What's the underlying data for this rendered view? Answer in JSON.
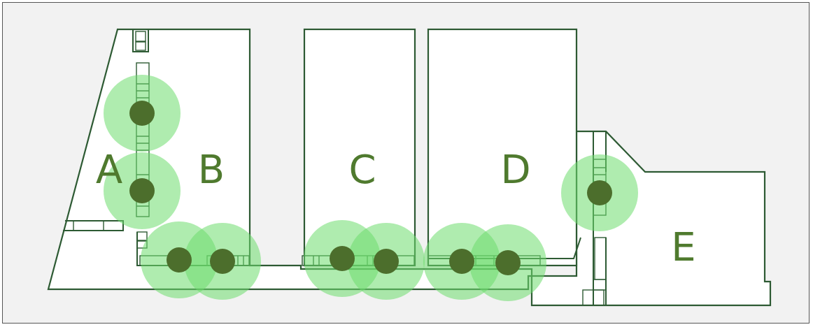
{
  "zones": [
    {
      "id": "A",
      "label": "A"
    },
    {
      "id": "B",
      "label": "B"
    },
    {
      "id": "C",
      "label": "C"
    },
    {
      "id": "D",
      "label": "D"
    },
    {
      "id": "E",
      "label": "E"
    }
  ],
  "access_points": [
    {
      "id": "ap-1",
      "zone": "A/B"
    },
    {
      "id": "ap-2",
      "zone": "A/B"
    },
    {
      "id": "ap-3",
      "zone": "B"
    },
    {
      "id": "ap-4",
      "zone": "B"
    },
    {
      "id": "ap-5",
      "zone": "C"
    },
    {
      "id": "ap-6",
      "zone": "C"
    },
    {
      "id": "ap-7",
      "zone": "D"
    },
    {
      "id": "ap-8",
      "zone": "D"
    },
    {
      "id": "ap-9",
      "zone": "D/E"
    }
  ],
  "colors": {
    "background": "#f2f2f2",
    "walls": "#2d5a33",
    "coverage": "#6ddc6d",
    "access_point": "#4c6e2c",
    "labels": "#4f7a2e"
  }
}
